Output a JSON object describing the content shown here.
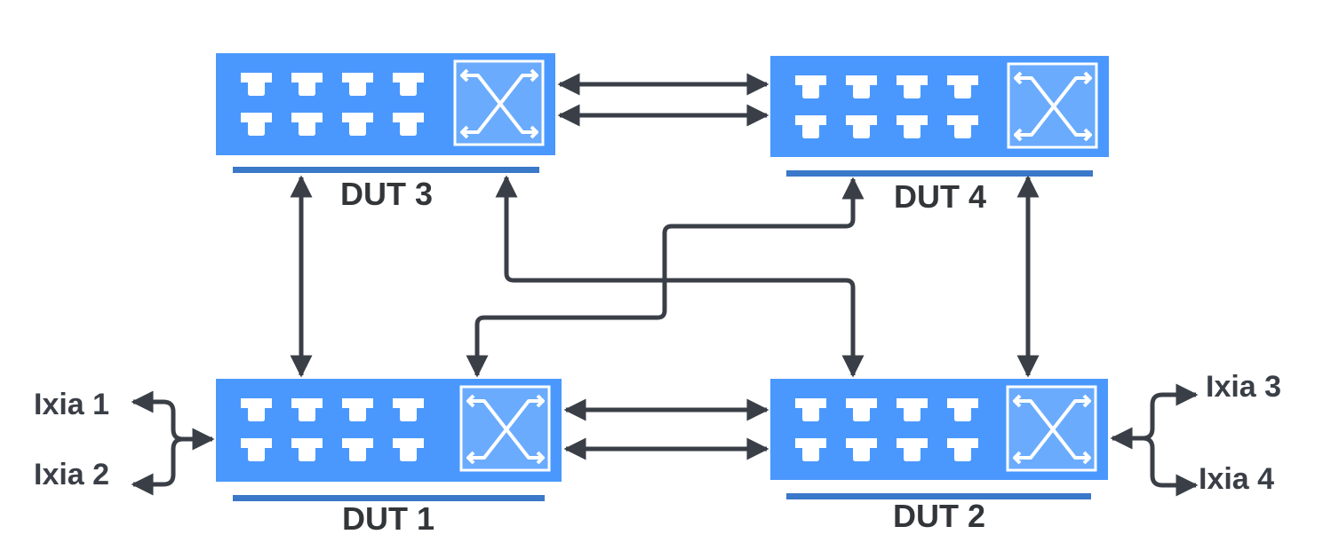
{
  "colors": {
    "switch": "#4a98fd",
    "switch_inset": "#6aabfd",
    "underline": "#3a78c9",
    "link": "#3a3f47",
    "text": "#333639"
  },
  "devices": [
    {
      "id": "dut3",
      "label": "DUT 3"
    },
    {
      "id": "dut4",
      "label": "DUT 4"
    },
    {
      "id": "dut1",
      "label": "DUT 1"
    },
    {
      "id": "dut2",
      "label": "DUT 2"
    }
  ],
  "traffic_generators": [
    {
      "id": "ixia1",
      "label": "Ixia 1",
      "attached_to": "dut1"
    },
    {
      "id": "ixia2",
      "label": "Ixia 2",
      "attached_to": "dut1"
    },
    {
      "id": "ixia3",
      "label": "Ixia 3",
      "attached_to": "dut2"
    },
    {
      "id": "ixia4",
      "label": "Ixia 4",
      "attached_to": "dut2"
    }
  ],
  "links": [
    {
      "from": "dut3",
      "to": "dut4",
      "count": 2
    },
    {
      "from": "dut1",
      "to": "dut2",
      "count": 2
    },
    {
      "from": "dut3",
      "to": "dut1",
      "count": 1
    },
    {
      "from": "dut4",
      "to": "dut2",
      "count": 1
    },
    {
      "from": "dut3",
      "to": "dut2",
      "count": 1
    },
    {
      "from": "dut1",
      "to": "dut4",
      "count": 1
    }
  ]
}
